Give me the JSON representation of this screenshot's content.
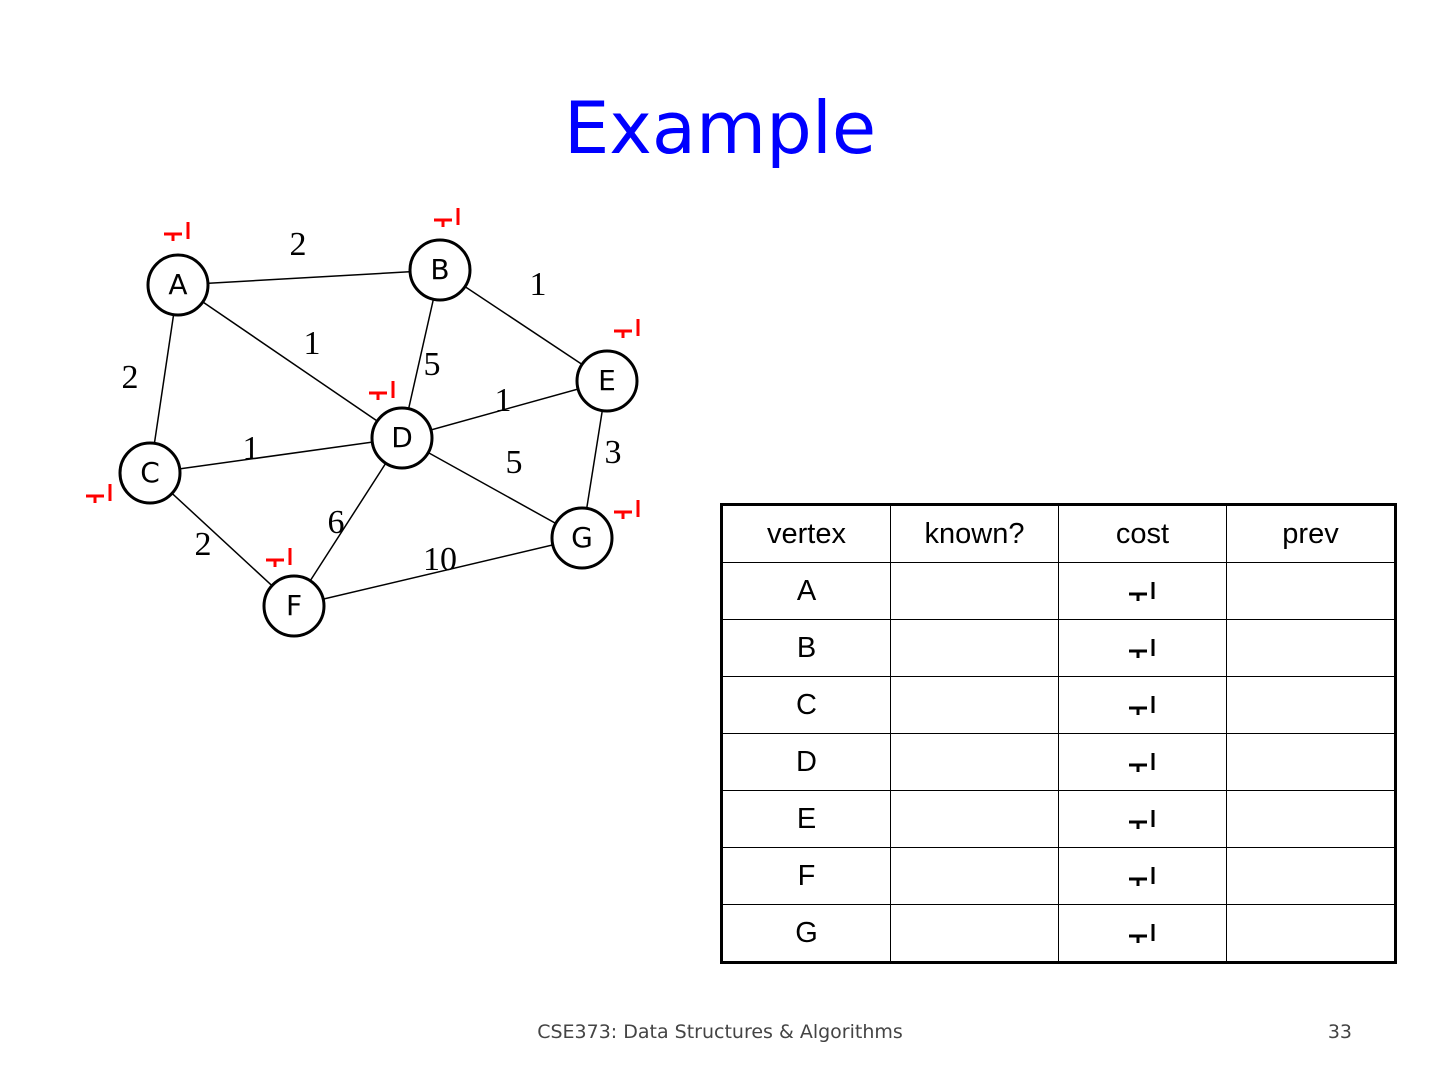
{
  "title": "Example",
  "footer": {
    "course": "CSE373: Data Structures & Algorithms",
    "page": "33"
  },
  "colors": {
    "title": "#0000ff",
    "infinity": "#ff0000",
    "line": "#000000"
  },
  "graph": {
    "vertices": [
      {
        "id": "A",
        "label": "A",
        "cost": "infinity"
      },
      {
        "id": "B",
        "label": "B",
        "cost": "infinity"
      },
      {
        "id": "C",
        "label": "C",
        "cost": "infinity"
      },
      {
        "id": "D",
        "label": "D",
        "cost": "infinity"
      },
      {
        "id": "E",
        "label": "E",
        "cost": "infinity"
      },
      {
        "id": "F",
        "label": "F",
        "cost": "infinity"
      },
      {
        "id": "G",
        "label": "G",
        "cost": "infinity"
      }
    ],
    "edges": [
      {
        "from": "A",
        "to": "B",
        "weight": "2"
      },
      {
        "from": "A",
        "to": "C",
        "weight": "2"
      },
      {
        "from": "A",
        "to": "D",
        "weight": "1"
      },
      {
        "from": "B",
        "to": "D",
        "weight": "5"
      },
      {
        "from": "B",
        "to": "E",
        "weight": "1"
      },
      {
        "from": "C",
        "to": "D",
        "weight": "1"
      },
      {
        "from": "C",
        "to": "F",
        "weight": "2"
      },
      {
        "from": "D",
        "to": "E",
        "weight": "1"
      },
      {
        "from": "D",
        "to": "F",
        "weight": "6"
      },
      {
        "from": "D",
        "to": "G",
        "weight": "5"
      },
      {
        "from": "E",
        "to": "G",
        "weight": "3"
      },
      {
        "from": "F",
        "to": "G",
        "weight": "10"
      }
    ]
  },
  "table": {
    "headers": [
      "vertex",
      "known?",
      "cost",
      "prev"
    ],
    "rows": [
      {
        "vertex": "A",
        "known": "",
        "cost": "infinity",
        "prev": ""
      },
      {
        "vertex": "B",
        "known": "",
        "cost": "infinity",
        "prev": ""
      },
      {
        "vertex": "C",
        "known": "",
        "cost": "infinity",
        "prev": ""
      },
      {
        "vertex": "D",
        "known": "",
        "cost": "infinity",
        "prev": ""
      },
      {
        "vertex": "E",
        "known": "",
        "cost": "infinity",
        "prev": ""
      },
      {
        "vertex": "F",
        "known": "",
        "cost": "infinity",
        "prev": ""
      },
      {
        "vertex": "G",
        "known": "",
        "cost": "infinity",
        "prev": ""
      }
    ]
  }
}
